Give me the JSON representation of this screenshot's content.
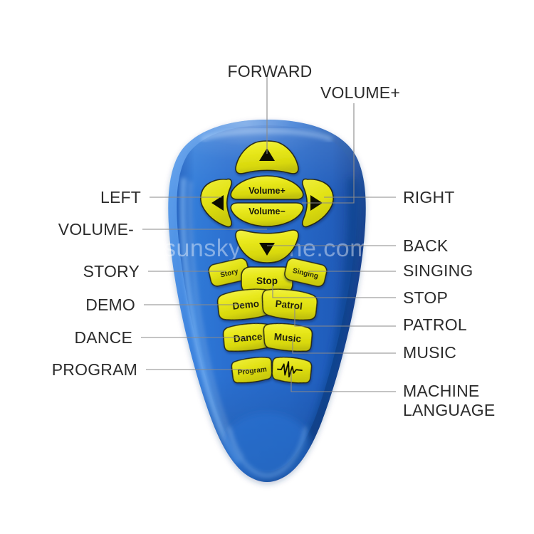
{
  "image": {
    "subject": "blue toy robot remote control",
    "watermark": "sunsky-online.com",
    "background_color": "#ffffff",
    "body_color": "#2a6fd0",
    "button_color": "#e5e516",
    "label_color": "#2b2b2b",
    "leader_color": "#8a8a8a"
  },
  "callouts": {
    "top": [
      {
        "id": "forward",
        "label": "FORWARD"
      },
      {
        "id": "volume_up",
        "label": "VOLUME+"
      }
    ],
    "left": [
      {
        "id": "left",
        "label": "LEFT"
      },
      {
        "id": "volume_down",
        "label": "VOLUME-"
      },
      {
        "id": "story",
        "label": "STORY"
      },
      {
        "id": "demo",
        "label": "DEMO"
      },
      {
        "id": "dance",
        "label": "DANCE"
      },
      {
        "id": "program",
        "label": "PROGRAM"
      }
    ],
    "right": [
      {
        "id": "right",
        "label": "RIGHT"
      },
      {
        "id": "back",
        "label": "BACK"
      },
      {
        "id": "singing",
        "label": "SINGING"
      },
      {
        "id": "stop",
        "label": "STOP"
      },
      {
        "id": "patrol",
        "label": "PATROL"
      },
      {
        "id": "music",
        "label": "MUSIC"
      },
      {
        "id": "machine_language_l1",
        "label": "MACHINE"
      },
      {
        "id": "machine_language_l2",
        "label": "LANGUAGE"
      }
    ]
  },
  "remote_buttons": {
    "forward": {
      "label": "",
      "icon": "triangle-up-icon"
    },
    "back": {
      "label": "",
      "icon": "triangle-down-icon"
    },
    "left": {
      "label": "",
      "icon": "triangle-left-icon"
    },
    "right": {
      "label": "",
      "icon": "triangle-right-icon"
    },
    "volume_up": {
      "label": "Volume+",
      "icon": ""
    },
    "volume_down": {
      "label": "Volume−",
      "icon": ""
    },
    "story": {
      "label": "Story",
      "icon": ""
    },
    "stop": {
      "label": "Stop",
      "icon": ""
    },
    "singing": {
      "label": "Singing",
      "icon": ""
    },
    "demo": {
      "label": "Demo",
      "icon": ""
    },
    "patrol": {
      "label": "Patrol",
      "icon": ""
    },
    "dance": {
      "label": "Dance",
      "icon": ""
    },
    "music": {
      "label": "Music",
      "icon": ""
    },
    "program": {
      "label": "Program",
      "icon": ""
    },
    "machine_language": {
      "label": "",
      "icon": "waveform-icon"
    }
  }
}
